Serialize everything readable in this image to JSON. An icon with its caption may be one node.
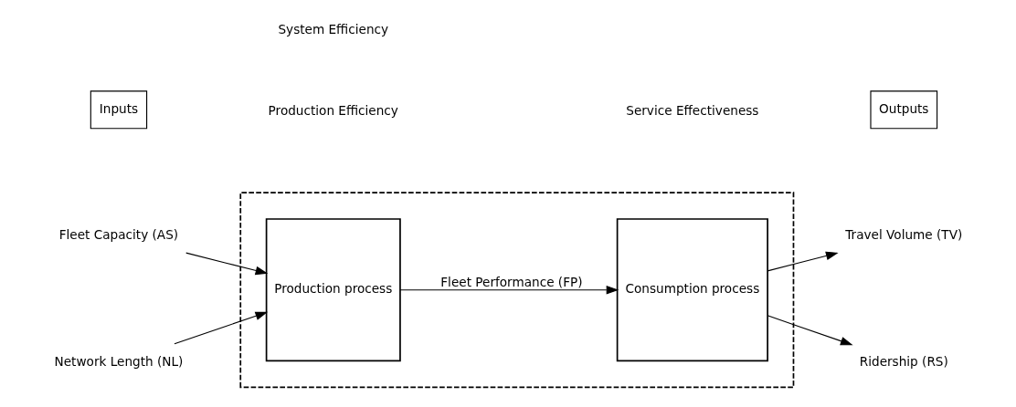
{
  "diagram": {
    "nodes": [
      {
        "text": [],
        "shape": "box"
      },
      {
        "text": [
          "Inputs"
        ]
      },
      {
        "text": [
          "Outputs"
        ]
      },
      {
        "text": [
          "Fleet Capacity (AS)"
        ]
      },
      {
        "text": [
          "Network Length (NL)"
        ]
      },
      {
        "text": [
          "Production process"
        ],
        "in": 0
      },
      {
        "text": [
          "Consumption process"
        ],
        "in": 0
      },
      {
        "text": [
          "Travel Volume (TV)"
        ]
      },
      {
        "text": [
          "Ridership (RS)"
        ]
      }
    ],
    "edges": [
      {
        "from": 3,
        "to": 5,
        "arrow": "to"
      },
      {
        "from": 4,
        "to": 5,
        "arrow": "to"
      },
      {
        "from": 5,
        "to": 6,
        "arrow": "to",
        "label": "Fleet Performance (FP)"
      },
      {
        "from": 6,
        "to": 7,
        "arrow": "to"
      },
      {
        "from": 6,
        "to": 8,
        "arrow": "to"
      }
    ],
    "labels": [
      "Production Efficiency",
      "Service Effectiveness",
      "System Efficiency"
    ]
  }
}
